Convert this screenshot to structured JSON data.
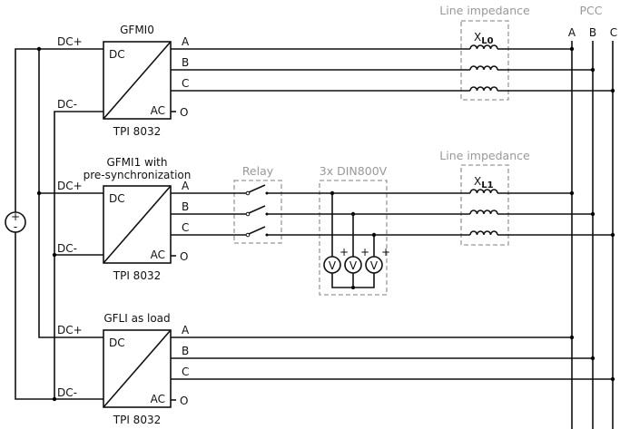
{
  "inverters": [
    {
      "title": "GFMI0",
      "model": "TPI 8032"
    },
    {
      "title": "GFMI1 with",
      "title2": "pre-synchronization",
      "model": "TPI 8032"
    },
    {
      "title": "GFLI as load",
      "model": "TPI 8032"
    }
  ],
  "labels": {
    "dc_plus": "DC+",
    "dc_minus": "DC-",
    "dc": "DC",
    "ac": "AC",
    "phase_a": "A",
    "phase_b": "B",
    "phase_c": "C",
    "neutral": "O",
    "line_impedance": "Line impedance",
    "xl0": "X",
    "xl0_sub": "L0",
    "xl1": "X",
    "xl1_sub": "L1",
    "relay": "Relay",
    "din": "3x DIN800V",
    "pcc": "PCC",
    "voltmeter": "V",
    "plus": "+",
    "source_plus": "+",
    "source_minus": "-"
  }
}
